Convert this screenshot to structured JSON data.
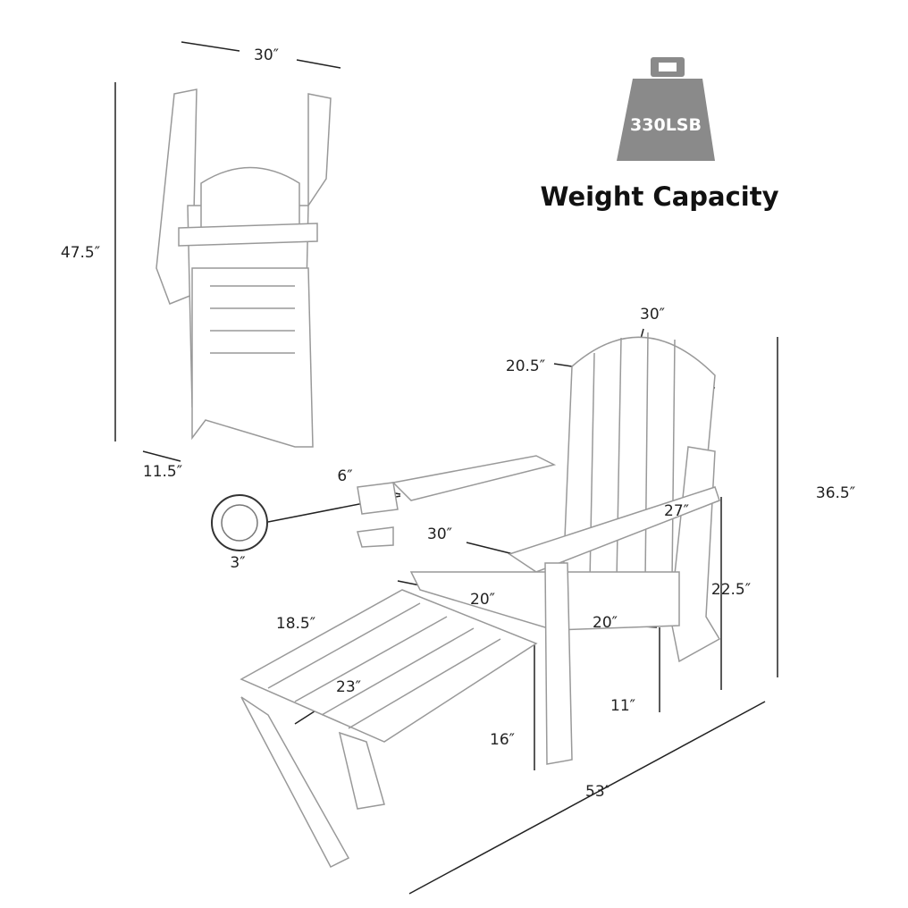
{
  "weight": {
    "value": "330LSB",
    "caption": "Weight Capacity",
    "icon": "weight-icon",
    "color": "#8a8a8a"
  },
  "folded": {
    "width": "30″",
    "height": "47.5″",
    "depth": "11.5″"
  },
  "cupholder": {
    "diameter": "3″"
  },
  "chair": {
    "back_height": "30″",
    "back_width": "20.5″",
    "armrest_width": "6″",
    "armrest_length": "30″",
    "seat_depth": "27″",
    "total_height": "36.5″",
    "arm_height": "22.5″",
    "seat_width": "20″",
    "seat_front": "20″",
    "ottoman_width": "18.5″",
    "ottoman_length": "23″",
    "seat_height": "11″",
    "ottoman_height": "16″",
    "total_length": "53″"
  }
}
